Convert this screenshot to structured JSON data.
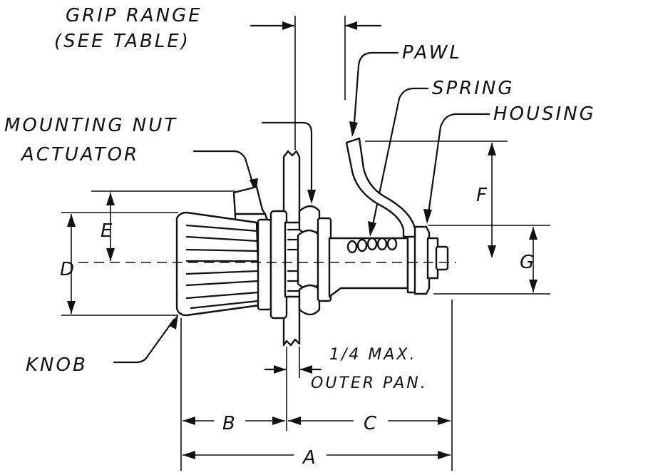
{
  "labels": {
    "grip_range_1": "GRIP RANGE",
    "grip_range_2": "(SEE TABLE)",
    "pawl": "PAWL",
    "spring": "SPRING",
    "housing": "HOUSING",
    "mounting_nut": "MOUNTING NUT",
    "actuator": "ACTUATOR",
    "knob": "KNOB",
    "outer_pan_1": "1/4 MAX.",
    "outer_pan_2": "OUTER PAN."
  },
  "dimensions": {
    "a": "A",
    "b": "B",
    "c": "C",
    "d": "D",
    "e": "E",
    "f": "F",
    "g": "G"
  }
}
